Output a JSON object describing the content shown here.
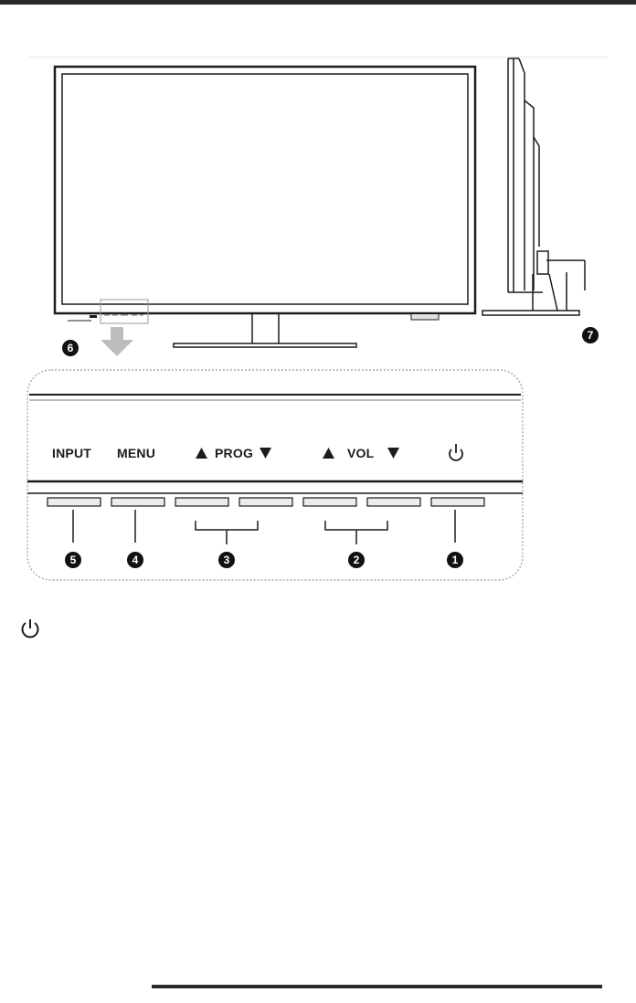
{
  "labels": {
    "input": "INPUT",
    "menu": "MENU",
    "prog": "PROG",
    "vol": "VOL"
  },
  "badges": {
    "b1": "1",
    "b2": "2",
    "b3": "3",
    "b4": "4",
    "b5": "5",
    "b6": "6",
    "b7": "7"
  },
  "icons": {
    "power": "power-icon",
    "up": "triangle-up-icon",
    "down": "triangle-down-icon",
    "arrow": "down-arrow-icon"
  },
  "colors": {
    "line": "#1c1c1c",
    "panel_border": "#9a9a9a",
    "arrow": "#bdbdbd"
  }
}
